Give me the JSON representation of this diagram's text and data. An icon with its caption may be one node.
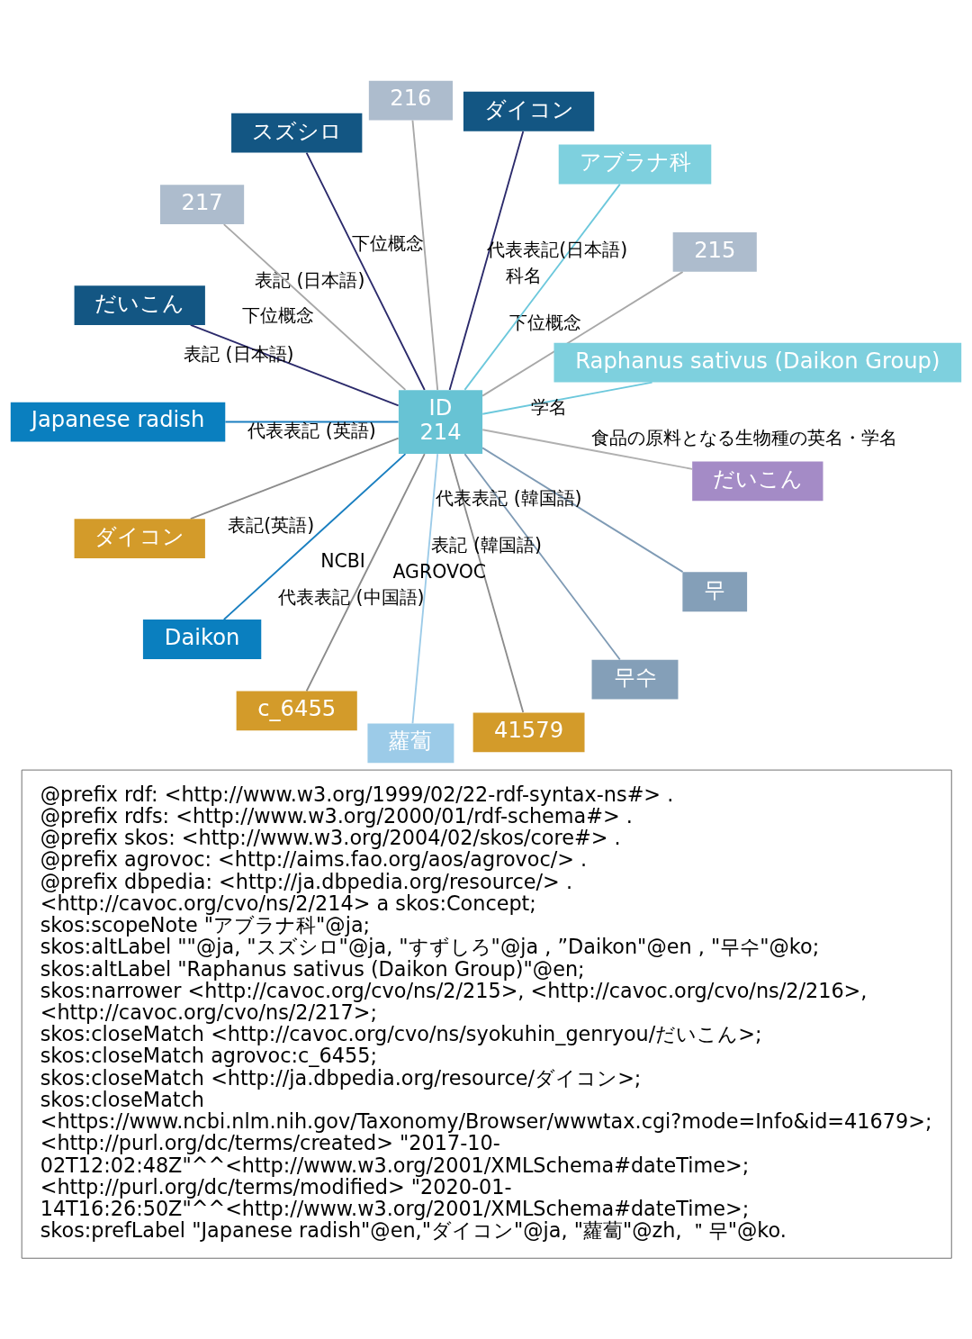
{
  "diagram": {
    "nodes": [
      {
        "text": [
          "Raphanus sativus (Daikon Group)"
        ]
      },
      {
        "text": [
          "215"
        ]
      },
      {
        "text": [
          "アブラナ科"
        ]
      },
      {
        "text": [
          "ダイコン"
        ]
      },
      {
        "text": [
          "216"
        ]
      },
      {
        "text": [
          "スズシロ"
        ]
      },
      {
        "text": [
          "217"
        ]
      },
      {
        "text": [
          "だいこん"
        ]
      },
      {
        "text": [
          "ID",
          "214"
        ]
      },
      {
        "text": [
          "Japanese radish"
        ]
      },
      {
        "text": [
          "ダイコン"
        ]
      },
      {
        "text": [
          "Daikon"
        ]
      },
      {
        "text": [
          "c_6455"
        ]
      },
      {
        "text": [
          "蘿蔔"
        ]
      },
      {
        "text": [
          "41579"
        ]
      },
      {
        "text": [
          "무수"
        ]
      },
      {
        "text": [
          "무"
        ]
      },
      {
        "text": [
          "だいこん"
        ]
      },
      {
        "text": [
          "@prefix rdf: <http://www.w3.org/1999/02/22-rdf-syntax-ns#> .",
          "@prefix rdfs: <http://www.w3.org/2000/01/rdf-schema#> .",
          "@prefix skos: <http://www.w3.org/2004/02/skos/core#> .",
          "@prefix agrovoc: <http://aims.fao.org/aos/agrovoc/> .",
          "@prefix dbpedia: <http://ja.dbpedia.org/resource/> .",
          "<http://cavoc.org/cvo/ns/2/214> a skos:Concept;",
          "skos:scopeNote \"アブラナ科\"@ja;",
          "skos:altLabel \"\"@ja, \"スズシロ\"@ja, \"すずしろ\"@ja , ”Daikon\"@en , \"무수\"@ko;",
          "skos:altLabel \"Raphanus sativus (Daikon Group)\"@en;",
          "skos:narrower <http://cavoc.org/cvo/ns/2/215>, <http://cavoc.org/cvo/ns/2/216>,",
          "<http://cavoc.org/cvo/ns/2/217>;",
          "skos:closeMatch <http://cavoc.org/cvo/ns/syokuhin_genryou/だいこん>;",
          "skos:closeMatch agrovoc:c_6455;",
          "skos:closeMatch <http://ja.dbpedia.org/resource/ダイコン>;",
          "skos:closeMatch",
          "<https://www.ncbi.nlm.nih.gov/Taxonomy/Browser/wwwtax.cgi?mode=Info&id=41679>;",
          "<http://purl.org/dc/terms/created> \"2017-10-",
          "02T12:02:48Z\"^^<http://www.w3.org/2001/XMLSchema#dateTime>;",
          "<http://purl.org/dc/terms/modified> \"2020-01-",
          "14T16:26:50Z\"^^<http://www.w3.org/2001/XMLSchema#dateTime>;",
          "skos:prefLabel \"Japanese radish\"@en,\"ダイコン\"@ja, \"蘿蔔\"@zh, ＂무\"@ko."
        ]
      }
    ],
    "edges": [
      {
        "from": 8,
        "to": 0,
        "arrow": "none",
        "label": "学名",
        "color": "#6cc8dc"
      },
      {
        "from": 8,
        "to": 2,
        "arrow": "none",
        "label": "科名",
        "color": "#6cc8dc"
      },
      {
        "from": 8,
        "to": 1,
        "arrow": "none",
        "label": "下位概念",
        "color": "#a8a8a8"
      },
      {
        "from": 8,
        "to": 4,
        "arrow": "none",
        "label": "下位概念",
        "color": "#a8a8a8"
      },
      {
        "from": 8,
        "to": 6,
        "arrow": "none",
        "label": "下位概念",
        "color": "#a8a8a8"
      },
      {
        "from": 8,
        "to": 3,
        "arrow": "none",
        "label": "代表表記(日本語)",
        "color": "#2b2a6b"
      },
      {
        "from": 8,
        "to": 5,
        "arrow": "none",
        "label": "表記 (日本語)",
        "color": "#2b2a6b"
      },
      {
        "from": 8,
        "to": 7,
        "arrow": "none",
        "label": "表記 (日本語)",
        "color": "#2b2a6b"
      },
      {
        "from": 8,
        "to": 9,
        "arrow": "none",
        "label": "代表表記 (英語)",
        "color": "#1a7fc0"
      },
      {
        "from": 8,
        "to": 11,
        "arrow": "none",
        "label": "表記(英語)",
        "color": "#1a7fc0"
      },
      {
        "from": 8,
        "to": 13,
        "arrow": "none",
        "label": "代表表記 (中国語)",
        "color": "#9ccbe8"
      },
      {
        "from": 8,
        "to": 16,
        "arrow": "none",
        "label": "代表表記 (韓国語)",
        "color": "#7f9bb5"
      },
      {
        "from": 8,
        "to": 15,
        "arrow": "none",
        "label": "表記 (韓国語)",
        "color": "#7f9bb5"
      },
      {
        "from": 8,
        "to": 17,
        "arrow": "none",
        "label": "食品の原料となる生物種の英名・学名",
        "color": "#b0b0b0"
      },
      {
        "from": 8,
        "to": 10,
        "arrow": "none",
        "color": "#8c8c8c"
      },
      {
        "from": 8,
        "to": 12,
        "arrow": "none",
        "label": "NCBI",
        "color": "#8c8c8c"
      },
      {
        "from": 8,
        "to": 14,
        "arrow": "none",
        "label": "AGROVOC",
        "color": "#8c8c8c"
      }
    ]
  }
}
